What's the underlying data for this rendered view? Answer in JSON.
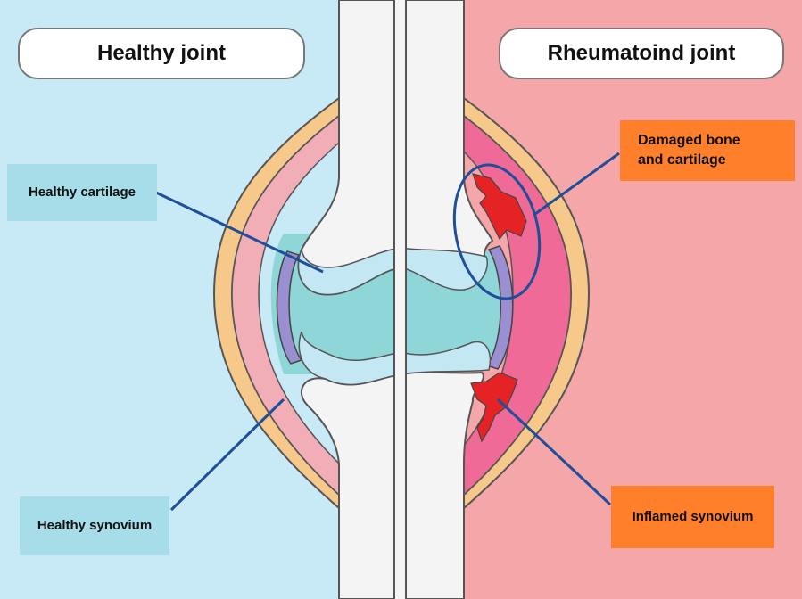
{
  "titles": {
    "left": "Healthy joint",
    "right": "Rheumatoind joint"
  },
  "labels": {
    "healthy_cartilage": "Healthy cartilage",
    "healthy_synovium": "Healthy synovium",
    "damaged_bone_cartilage": "Damaged bone\nand cartilage",
    "inflamed_synovium": "Inflamed synovium"
  },
  "colors": {
    "left_background": "#c8e9f6",
    "right_background": "#f4a6a8",
    "bone": "#f4f4f4",
    "capsule_outer": "#f6c88a",
    "synovium_healthy": "#f2aeb6",
    "synovium_inflamed": "#ef6a96",
    "cartilage": "#c4e8f3",
    "synovial_fluid": "#8fd6d8",
    "cartilage_layer": "#9a8fd0",
    "damage": "#e52324",
    "leader_line": "#1f4e9a",
    "label_blue": "#a6dde8",
    "label_orange": "#ff7f2a"
  }
}
